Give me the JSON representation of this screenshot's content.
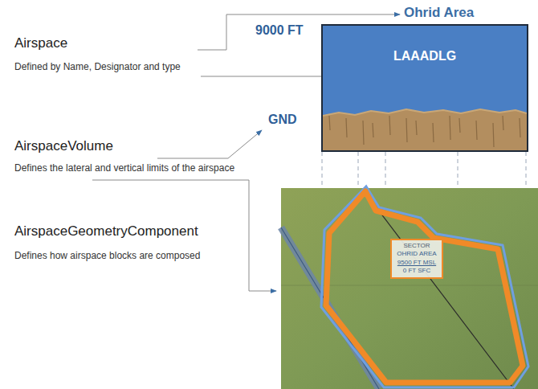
{
  "diagram": {
    "nodes": [
      {
        "text": [
          "LAAADLG"
        ]
      },
      {
        "text": [
          "SECTOR",
          "OHRID AREA",
          "9500 FT MSL",
          "0 FT SFC"
        ]
      }
    ],
    "labels": [
      "Ohrid Area",
      "9000 FT",
      "GND",
      "Airspace",
      "Defined by Name, Designator and type",
      "AirspaceVolume",
      "Defines the lateral and vertical limits of the airspace",
      "AirspaceGeometryComponent",
      "Defines how airspace blocks are composed"
    ]
  }
}
